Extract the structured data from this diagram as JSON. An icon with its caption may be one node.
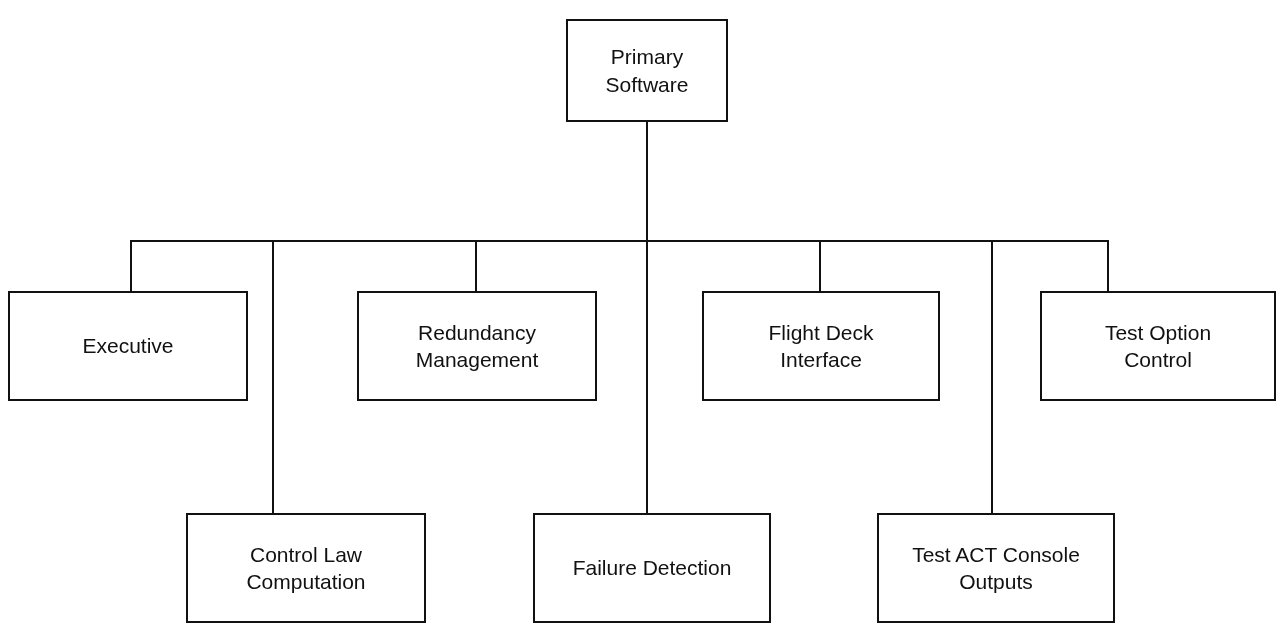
{
  "diagram": {
    "nodes": [
      {
        "text": [
          "Primary Software"
        ]
      },
      {
        "text": [
          "Executive"
        ]
      },
      {
        "text": [
          "Redundancy Management"
        ]
      },
      {
        "text": [
          "Flight Deck Interface"
        ]
      },
      {
        "text": [
          "Test Option Control"
        ]
      },
      {
        "text": [
          "Control Law Computation"
        ]
      },
      {
        "text": [
          "Failure Detection"
        ]
      },
      {
        "text": [
          "Test ACT Console Outputs"
        ]
      }
    ],
    "edges": [
      {
        "from": 0,
        "to": 1,
        "arrow": "none"
      },
      {
        "from": 0,
        "to": 5,
        "arrow": "none"
      },
      {
        "from": 0,
        "to": 2,
        "arrow": "none"
      },
      {
        "from": 0,
        "to": 6,
        "arrow": "none"
      },
      {
        "from": 0,
        "to": 3,
        "arrow": "none"
      },
      {
        "from": 0,
        "to": 7,
        "arrow": "none"
      },
      {
        "from": 0,
        "to": 4,
        "arrow": "none"
      }
    ]
  }
}
